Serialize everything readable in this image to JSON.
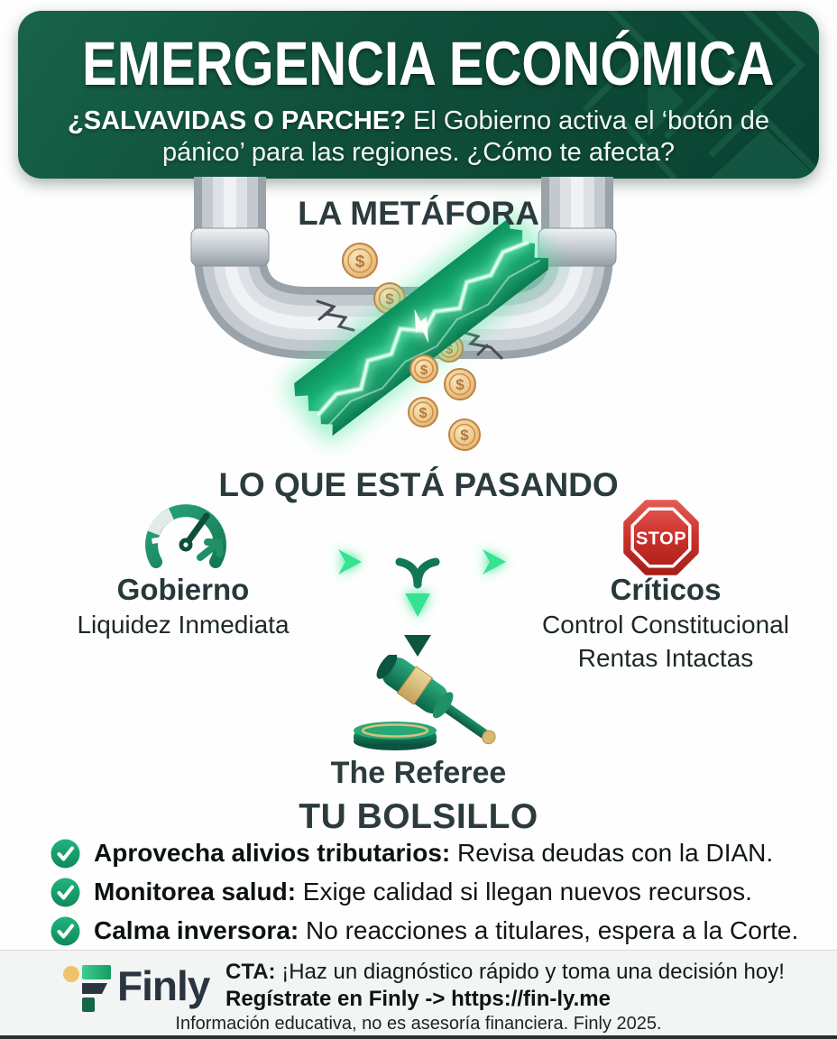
{
  "header": {
    "title": "EMERGENCIA ECONÓMICA",
    "subtitle_bold": "¿SALVAVIDAS O PARCHE?",
    "subtitle_rest": " El Gobierno activa el ‘botón de pánico’ para las regiones. ¿Cómo te afecta?",
    "bg_color": "#0f4e3a"
  },
  "metaphor": {
    "heading": "LA METÁFORA",
    "coin_symbol": "$",
    "tape_color": "#12b173",
    "pipe_color": "#c3c9cf"
  },
  "happening": {
    "heading": "LO QUE ESTÁ PASANDO",
    "left": {
      "title": "Gobierno",
      "subtitle": "Liquidez Inmediata",
      "icon": "gauge-icon"
    },
    "right": {
      "title": "Críticos",
      "line1": "Control Constitucional",
      "line2": "Rentas Intactas",
      "icon": "stop-icon",
      "stop_label": "STOP"
    },
    "referee_label": "The Referee",
    "arrow_dark": "#0c5540",
    "arrow_bright": "#35e392",
    "stop_red": "#c5302a"
  },
  "pocket": {
    "heading": "TU BOLSILLO",
    "check_color": "#14996b",
    "items": [
      {
        "bold": "Aprovecha alivios tributarios:",
        "rest": " Revisa deudas con la DIAN."
      },
      {
        "bold": "Monitorea salud:",
        "rest": " Exige calidad si llegan nuevos recursos."
      },
      {
        "bold": "Calma inversora:",
        "rest": " No reacciones a titulares, espera a la Corte."
      }
    ]
  },
  "footer": {
    "brand": "Finly",
    "cta_bold": "CTA:",
    "cta_rest": " ¡Haz un diagnóstico rápido y toma una decisión hoy!",
    "register_line": "Regístrate en Finly -> https://fin-ly.me",
    "disclaimer": "Información educativa, no es asesoría financiera. Finly 2025."
  }
}
